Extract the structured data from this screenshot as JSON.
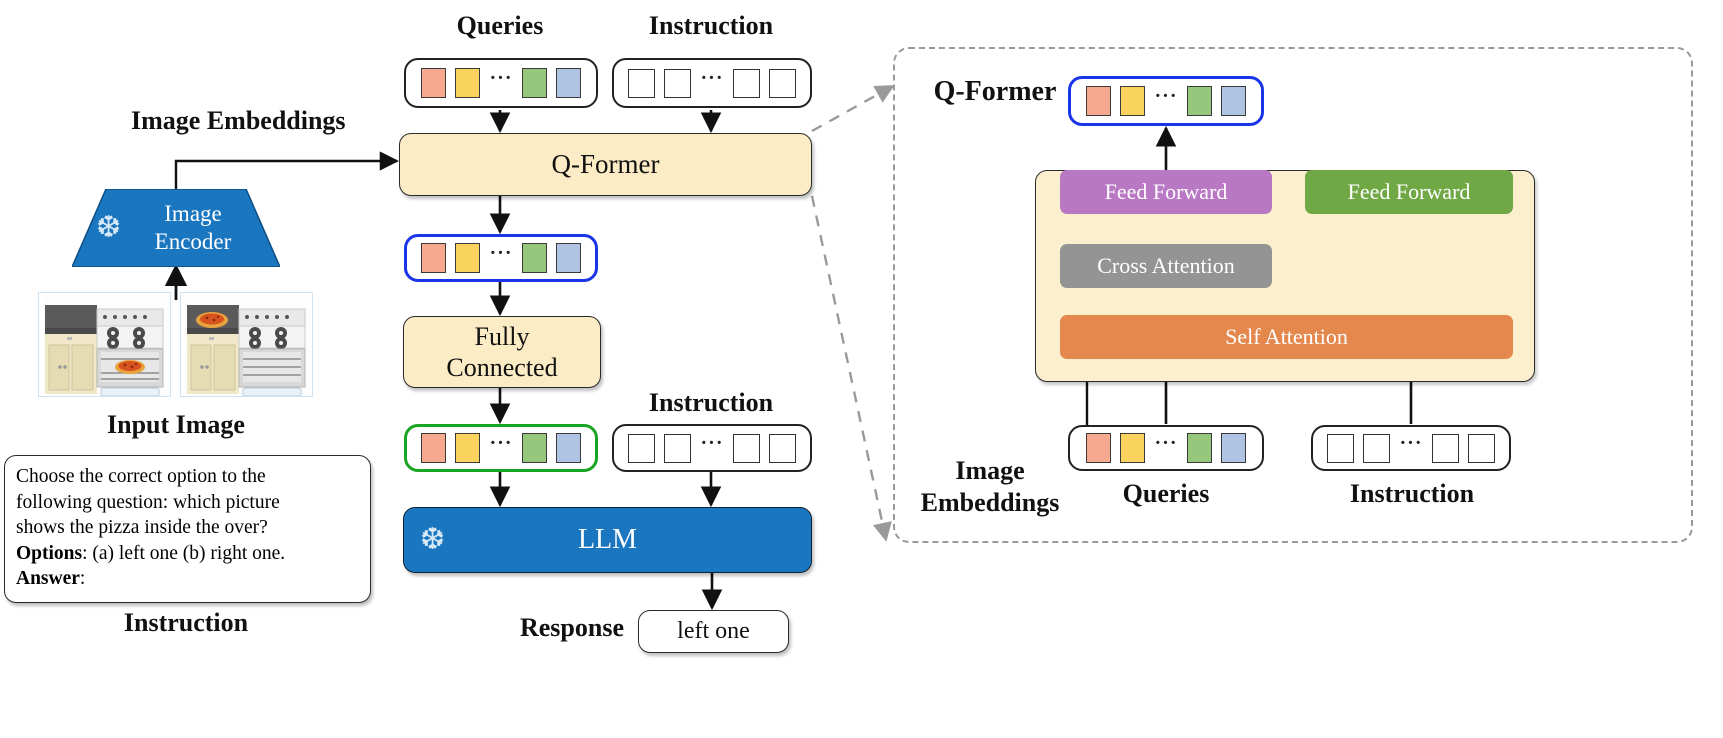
{
  "labels": {
    "queries": "Queries",
    "instruction": "Instruction",
    "image_embeddings": "Image Embeddings",
    "image_embeddings_right": "Image\nEmbeddings",
    "input_image": "Input Image",
    "instruction_bottom": "Instruction",
    "response": "Response",
    "qformer_panel_title": "Q-Former"
  },
  "blocks": {
    "qformer": "Q-Former",
    "fully_connected": "Fully\nConnected",
    "image_encoder": "Image\nEncoder",
    "llm": "LLM",
    "response_value": "left one"
  },
  "qformer_detail": {
    "feed_forward_left": "Feed Forward",
    "feed_forward_right": "Feed Forward",
    "cross_attention": "Cross Attention",
    "self_attention": "Self Attention",
    "queries_label": "Queries",
    "instruction_label": "Instruction",
    "image_embeddings_label_line1": "Image",
    "image_embeddings_label_line2": "Embeddings"
  },
  "instruction_text": {
    "line1": "Choose the correct option to the",
    "line2": "following question: which picture",
    "line3": "shows the pizza inside the over?",
    "options_key": "Options",
    "options_value": ": (a) left one (b) right one.",
    "answer_key": "Answer",
    "answer_value": ":"
  },
  "icons": {
    "snowflake": "❆",
    "ellipsis": "···"
  },
  "colors": {
    "cream": "#FBECC5",
    "cream_inner": "#FBEFCD",
    "blue_block": "#1B76C0",
    "feed_forward_purple": "#B978C4",
    "feed_forward_green": "#70A845",
    "cross_attention_gray": "#949494",
    "self_attention_orange": "#E4884E",
    "token_red": "#F7A98F",
    "token_yellow": "#F9D35E",
    "token_green": "#97C77D",
    "token_blue": "#AFC4E3",
    "highlight_blue_border": "#1a34e8",
    "highlight_green_border": "#17a523",
    "panel_dash": "#9a9a9a"
  },
  "query_tokens": [
    "token_red",
    "token_yellow",
    "ellipsis",
    "token_green",
    "token_blue"
  ],
  "instruction_tokens": [
    "empty",
    "empty",
    "ellipsis",
    "empty",
    "empty"
  ]
}
